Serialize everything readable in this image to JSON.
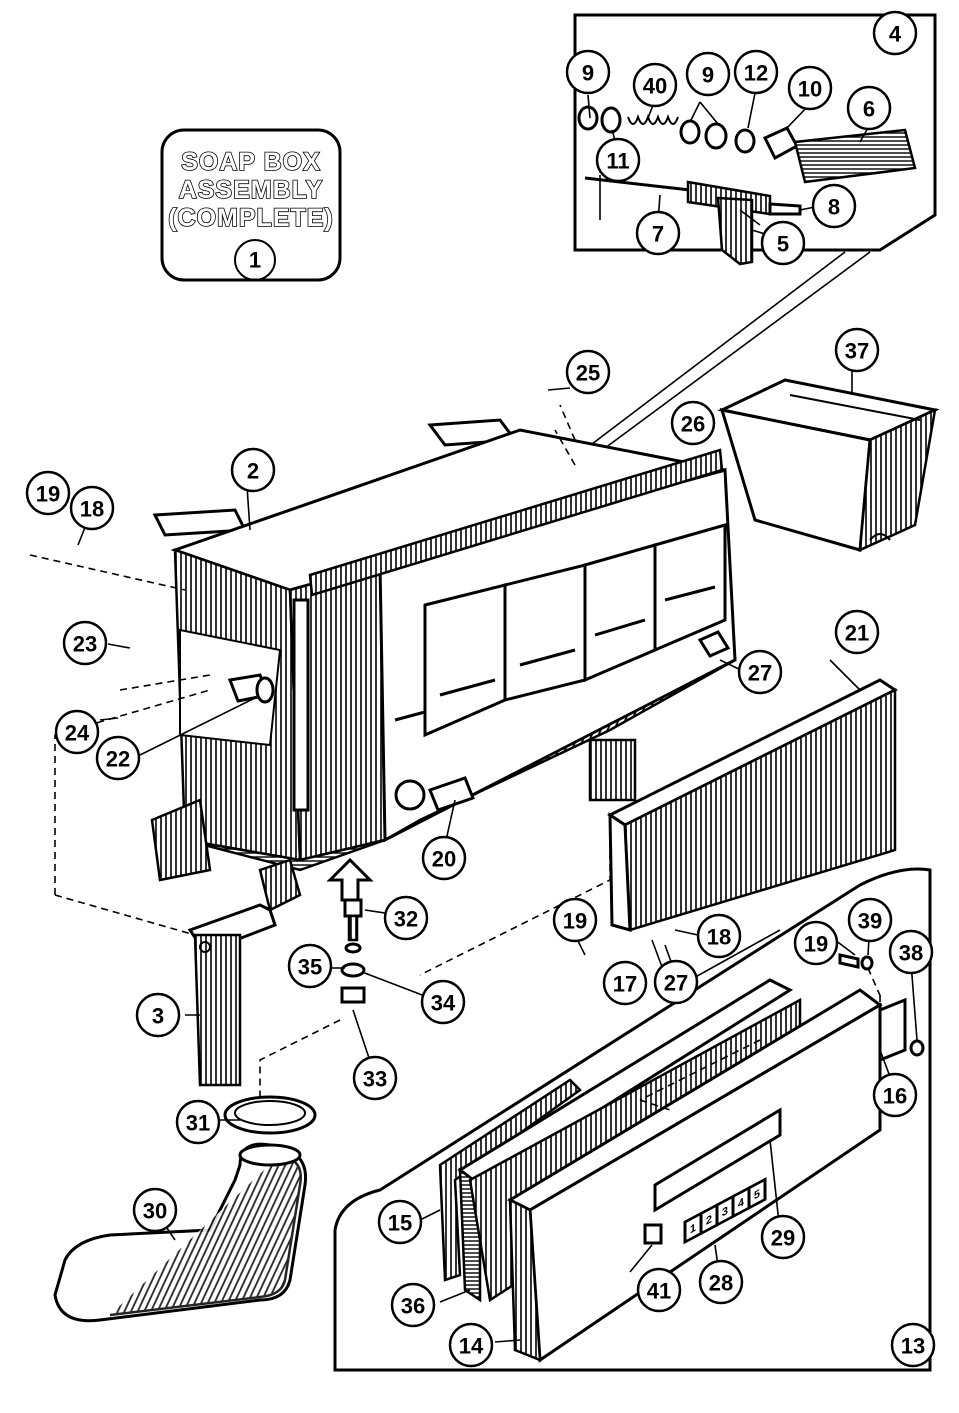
{
  "title_box": {
    "lines": [
      "SOAP BOX",
      "ASSEMBLY",
      "(COMPLETE)"
    ],
    "part_number": "1"
  },
  "dispenser_labels": [
    "1",
    "2",
    "3",
    "4",
    "5"
  ],
  "callouts": [
    {
      "id": "c4",
      "label": "4"
    },
    {
      "id": "c9a",
      "label": "9"
    },
    {
      "id": "c40",
      "label": "40"
    },
    {
      "id": "c9b",
      "label": "9"
    },
    {
      "id": "c12",
      "label": "12"
    },
    {
      "id": "c10",
      "label": "10"
    },
    {
      "id": "c6",
      "label": "6"
    },
    {
      "id": "c11",
      "label": "11"
    },
    {
      "id": "c8",
      "label": "8"
    },
    {
      "id": "c7",
      "label": "7"
    },
    {
      "id": "c5",
      "label": "5"
    },
    {
      "id": "c37",
      "label": "37"
    },
    {
      "id": "c25",
      "label": "25"
    },
    {
      "id": "c26",
      "label": "26"
    },
    {
      "id": "c2",
      "label": "2"
    },
    {
      "id": "c19a",
      "label": "19"
    },
    {
      "id": "c18a",
      "label": "18"
    },
    {
      "id": "c23",
      "label": "23"
    },
    {
      "id": "c24",
      "label": "24"
    },
    {
      "id": "c22",
      "label": "22"
    },
    {
      "id": "c21",
      "label": "21"
    },
    {
      "id": "c27a",
      "label": "27"
    },
    {
      "id": "c20",
      "label": "20"
    },
    {
      "id": "c32",
      "label": "32"
    },
    {
      "id": "c35",
      "label": "35"
    },
    {
      "id": "c34",
      "label": "34"
    },
    {
      "id": "c33",
      "label": "33"
    },
    {
      "id": "c3",
      "label": "3"
    },
    {
      "id": "c31",
      "label": "31"
    },
    {
      "id": "c30",
      "label": "30"
    },
    {
      "id": "c19b",
      "label": "19"
    },
    {
      "id": "c17",
      "label": "17"
    },
    {
      "id": "c27b",
      "label": "27"
    },
    {
      "id": "c18b",
      "label": "18"
    },
    {
      "id": "c19c",
      "label": "19"
    },
    {
      "id": "c39",
      "label": "39"
    },
    {
      "id": "c38",
      "label": "38"
    },
    {
      "id": "c16",
      "label": "16"
    },
    {
      "id": "c15",
      "label": "15"
    },
    {
      "id": "c29",
      "label": "29"
    },
    {
      "id": "c28",
      "label": "28"
    },
    {
      "id": "c41",
      "label": "41"
    },
    {
      "id": "c36",
      "label": "36"
    },
    {
      "id": "c14",
      "label": "14"
    },
    {
      "id": "c13",
      "label": "13"
    }
  ]
}
